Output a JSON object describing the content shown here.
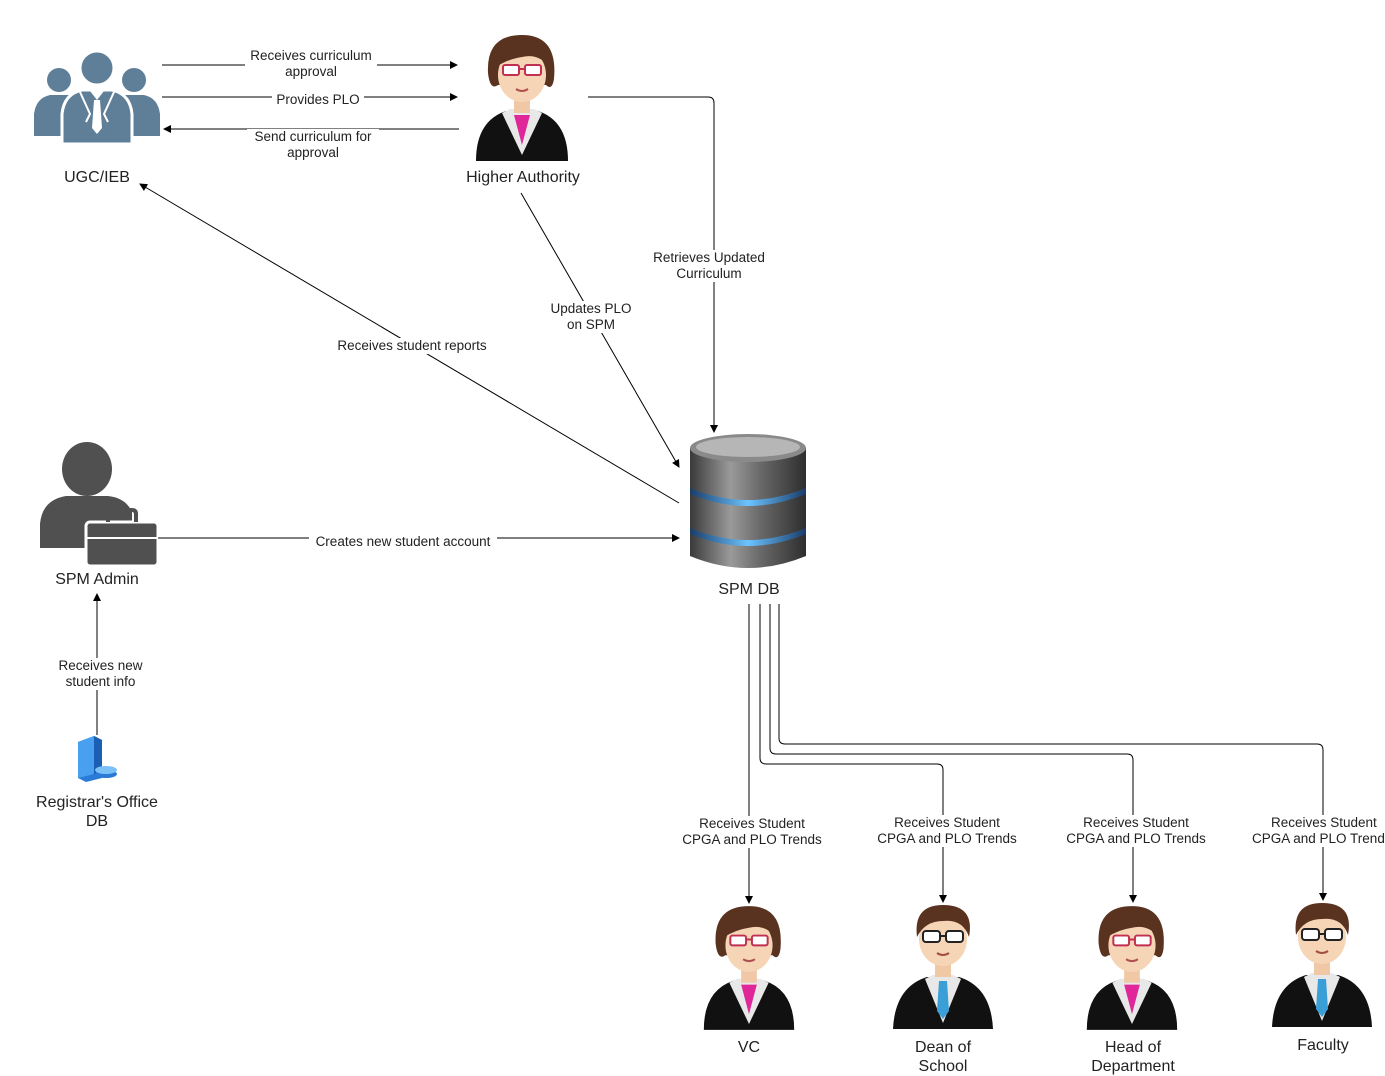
{
  "nodes": {
    "ugc": "UGC/IEB",
    "higher_authority": "Higher Authority",
    "spm_admin": "SPM Admin",
    "registrar_line1": "Registrar's Office",
    "registrar_line2": "DB",
    "spm_db": "SPM DB",
    "vc": "VC",
    "dean_line1": "Dean of",
    "dean_line2": "School",
    "hod_line1": "Head of",
    "hod_line2": "Department",
    "faculty": "Faculty"
  },
  "edges": {
    "receives_approval_1": "Receives curriculum",
    "receives_approval_2": "approval",
    "provides_plo": "Provides PLO",
    "send_curriculum_1": "Send curriculum for",
    "send_curriculum_2": "approval",
    "retrieves_1": "Retrieves Updated",
    "retrieves_2": "Curriculum",
    "updates_plo_1": "Updates PLO",
    "updates_plo_2": "on SPM",
    "receives_reports": "Receives student reports",
    "creates_account": "Creates new student account",
    "receives_new_1": "Receives new",
    "receives_new_2": "student info",
    "trends_1": "Receives Student",
    "trends_2": "CPGA and PLO Trends"
  },
  "colors": {
    "group_icon": "#5f7f99",
    "admin_icon": "#505050",
    "line": "#000000",
    "accent_pink": "#e0279a",
    "accent_blue": "#3a9fd6"
  }
}
